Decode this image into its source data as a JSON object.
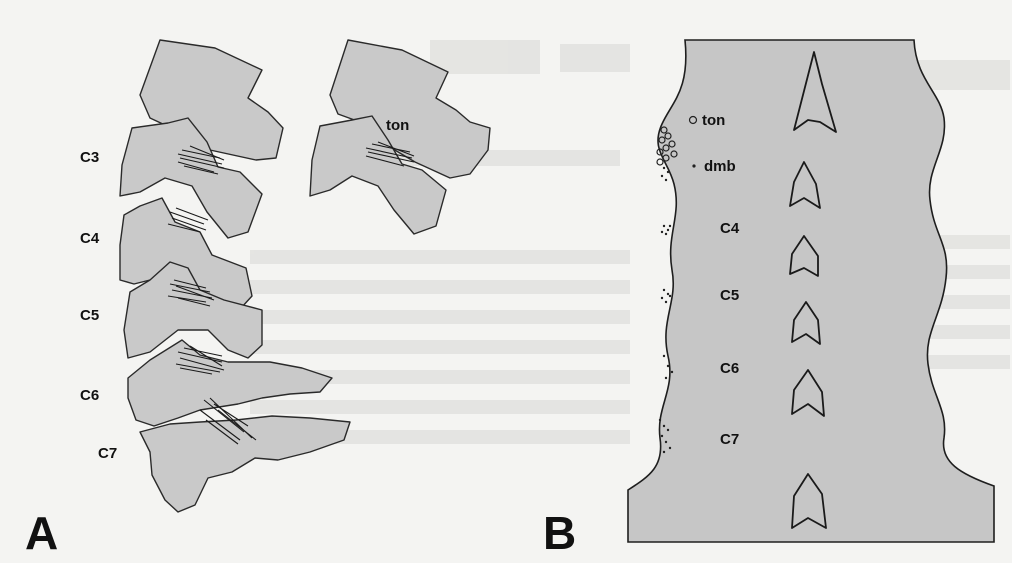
{
  "panelA": {
    "letter": "A",
    "labels": {
      "c3": "C3",
      "c4": "C4",
      "c5": "C5",
      "c6": "C6",
      "c7": "C7",
      "ton": "ton"
    }
  },
  "panelB": {
    "letter": "B",
    "legend": {
      "ton": "ton",
      "dmb": "dmb"
    },
    "labels": {
      "c4": "C4",
      "c5": "C5",
      "c6": "C6",
      "c7": "C7"
    }
  }
}
